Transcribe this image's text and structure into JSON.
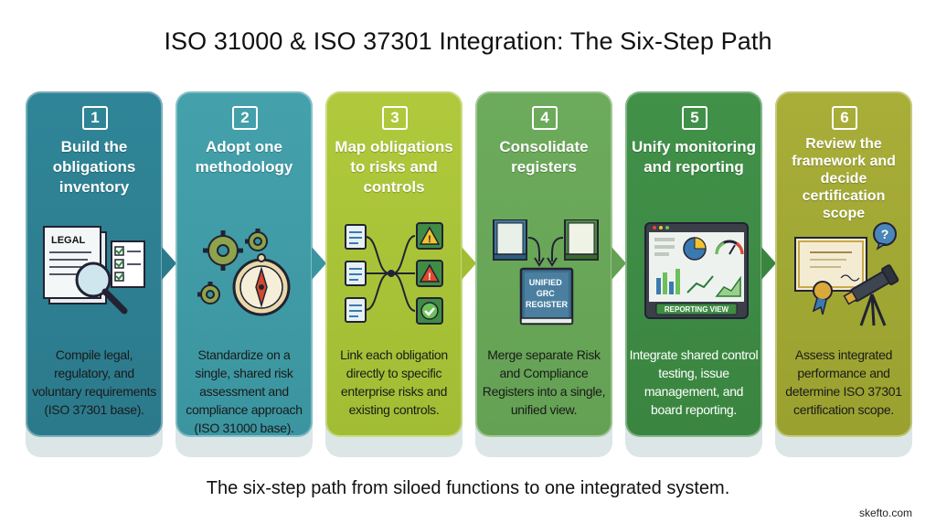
{
  "title": "ISO 31000 & ISO 37301 Integration: The Six-Step Path",
  "caption": "The six-step path from siloed functions to one integrated system.",
  "brand": "skefto.com",
  "colors": {
    "step1": "#2e8294",
    "step2": "#3f9ba6",
    "step3": "#a9c437",
    "step4": "#6aa659",
    "step5": "#3f8c44",
    "step6": "#a1a833"
  },
  "steps": [
    {
      "number": "1",
      "title": "Build the obligations inventory",
      "description": "Compile legal, regulatory, and voluntary requirements (ISO 37301 base).",
      "icon": "legal-document-magnifier-icon",
      "badge": "LEGAL"
    },
    {
      "number": "2",
      "title": "Adopt one methodology",
      "description": "Standardize on a single, shared risk assessment and compliance approach (ISO 31000 base).",
      "icon": "gears-compass-icon"
    },
    {
      "number": "3",
      "title": "Map obligations to risks and controls",
      "description": "Link each obligation directly to specific enterprise risks and existing controls.",
      "icon": "mapping-flow-icon"
    },
    {
      "number": "4",
      "title": "Consolidate registers",
      "description": "Merge separate Risk and Compliance Registers into a single, unified view.",
      "icon": "unified-register-icon",
      "badge": "UNIFIED GRC REGISTER"
    },
    {
      "number": "5",
      "title": "Unify monitoring and reporting",
      "description": "Integrate shared control testing, issue management, and board reporting.",
      "icon": "reporting-dashboard-icon",
      "badge": "REPORTING VIEW"
    },
    {
      "number": "6",
      "title": "Review the framework and decide certification scope",
      "description": "Assess integrated performance and determine ISO 37301 certification scope.",
      "icon": "certificate-telescope-icon",
      "badge": "?"
    }
  ]
}
